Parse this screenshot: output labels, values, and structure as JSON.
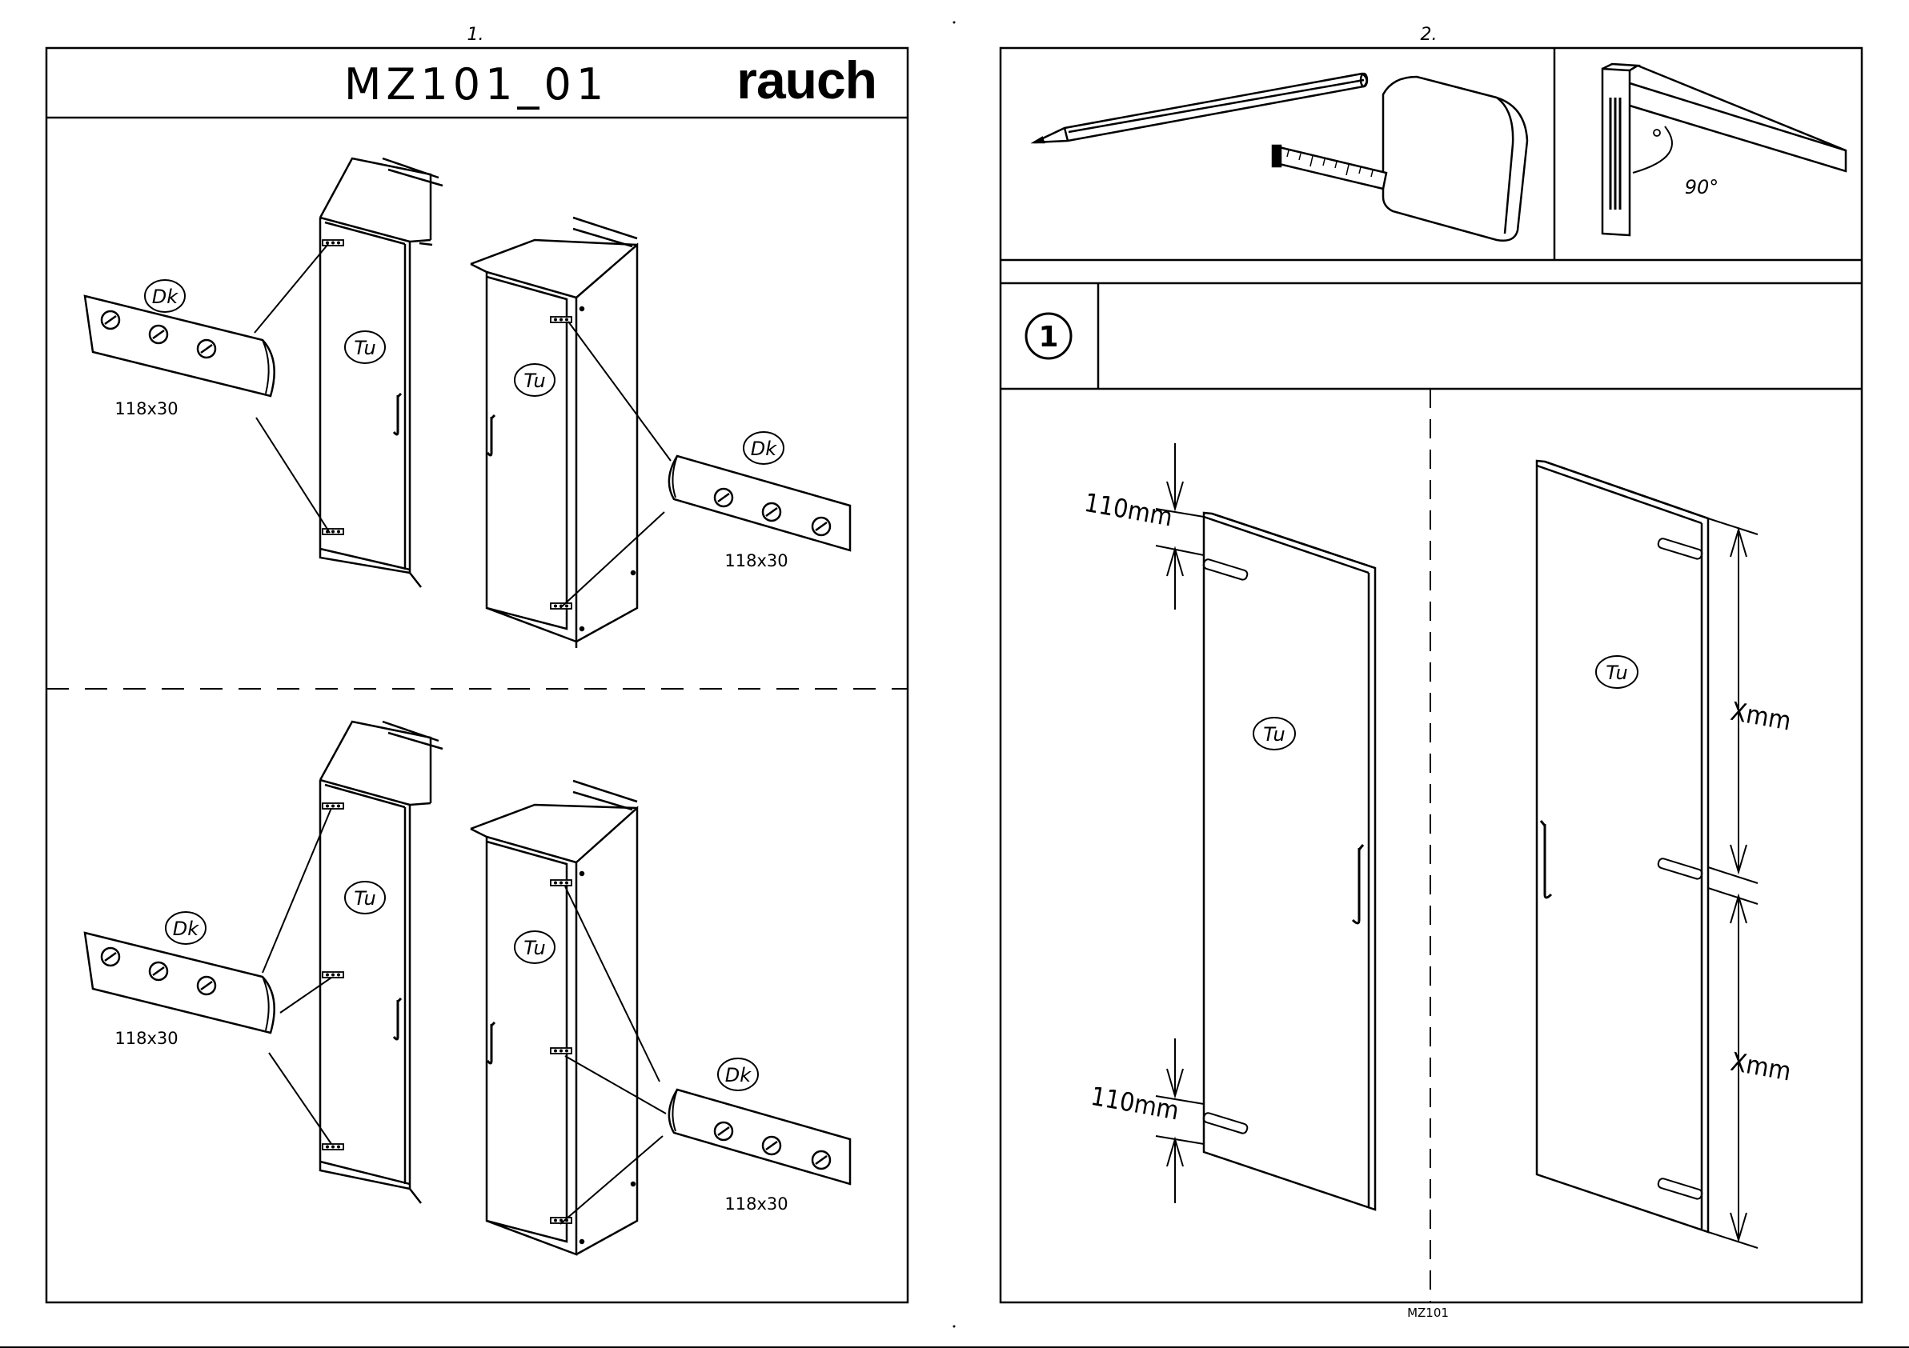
{
  "sheet1": {
    "page_number": "1.",
    "title": "MZ101_01",
    "logo": "rauch",
    "parts": {
      "hook_rail": "Dk",
      "door": "Tu"
    },
    "rail_dimension": "118x30"
  },
  "sheet2": {
    "page_number": "2.",
    "tools": [
      "pencil-icon",
      "tape-measure-icon",
      "square-ruler-icon"
    ],
    "angle_label": "90°",
    "step_number": "1",
    "door_label": "Tu",
    "offset_label": "110mm",
    "spacing_label": "Xmm",
    "footer": "MZ101"
  }
}
